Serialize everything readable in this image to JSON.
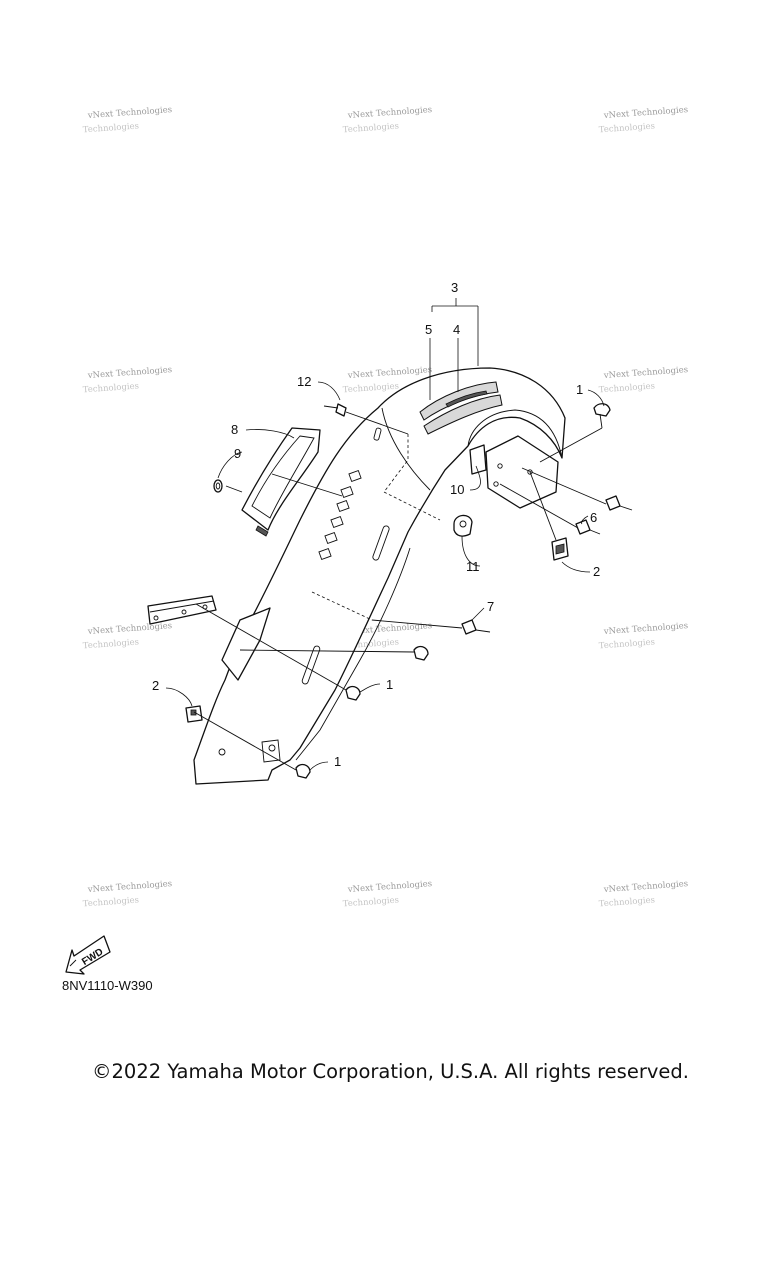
{
  "watermark": {
    "line1": "vNext Technologies",
    "line2": "Technologies"
  },
  "callouts": {
    "c1a": "1",
    "c1b": "1",
    "c1c": "1",
    "c2a": "2",
    "c2b": "2",
    "c3": "3",
    "c4": "4",
    "c5": "5",
    "c6": "6",
    "c7": "7",
    "c8": "8",
    "c9": "9",
    "c10": "10",
    "c11": "11",
    "c12": "12"
  },
  "fwd_label": "FWD",
  "diagram_code": "8NV1110-W390",
  "copyright": "©2022 Yamaha Motor Corporation, U.S.A. All rights reserved."
}
